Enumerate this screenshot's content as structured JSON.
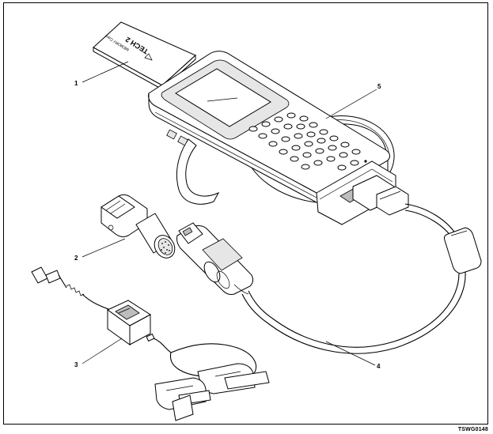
{
  "diagram": {
    "card_text": {
      "brand": "TECH 2",
      "label": "MEMORY Card"
    },
    "callouts": [
      {
        "id": "1",
        "label": "1"
      },
      {
        "id": "2",
        "label": "2"
      },
      {
        "id": "3",
        "label": "3"
      },
      {
        "id": "4",
        "label": "4"
      },
      {
        "id": "5",
        "label": "5"
      }
    ],
    "figure_code": "TSWG0148"
  }
}
